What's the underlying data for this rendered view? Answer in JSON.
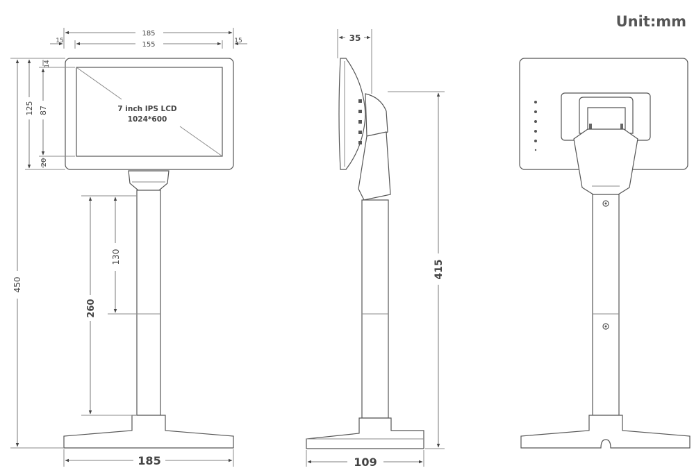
{
  "unit_label": "Unit:mm",
  "screen": {
    "line1": "7 inch IPS LCD",
    "line2": "1024*600"
  },
  "dims": {
    "d185_top": "185",
    "d155": "155",
    "d15_left": "15",
    "d15_right": "15",
    "d14": "14",
    "d125": "125",
    "d87": "87",
    "d20": "20",
    "d450": "450",
    "d130": "130",
    "d260": "260",
    "d185_bottom": "185",
    "d35": "35",
    "d415": "415",
    "d109": "109"
  }
}
